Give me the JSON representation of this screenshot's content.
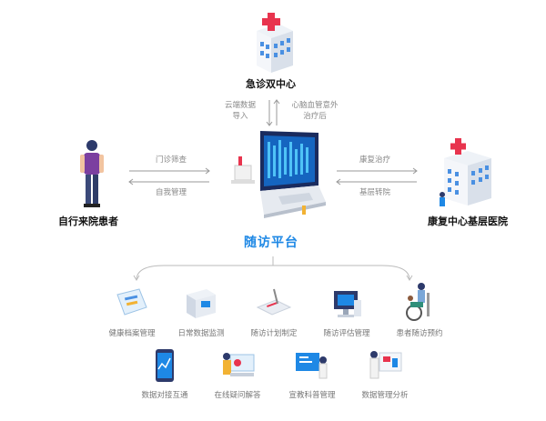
{
  "nodes": {
    "emergency": {
      "label": "急诊双中心"
    },
    "patient": {
      "label": "自行来院患者"
    },
    "rehab": {
      "label": "康复中心基层医院"
    }
  },
  "platform": {
    "title": "随访平台"
  },
  "flows": {
    "top_left": [
      "云端数据",
      "导入"
    ],
    "top_right": [
      "心脑血管意外",
      "治疗后"
    ],
    "left_top": "门诊筛查",
    "left_bottom": "自我管理",
    "right_top": "康复治疗",
    "right_bottom": "基层转院"
  },
  "features_row1": [
    {
      "label": "健康档案管理",
      "icon": "health-record-icon"
    },
    {
      "label": "日常数据监测",
      "icon": "data-monitor-icon"
    },
    {
      "label": "随访计划制定",
      "icon": "plan-checklist-icon"
    },
    {
      "label": "随访评估管理",
      "icon": "assessment-screen-icon"
    },
    {
      "label": "患者随访预约",
      "icon": "wheelchair-appointment-icon"
    }
  ],
  "features_row2": [
    {
      "label": "数据对接互通",
      "icon": "mobile-data-icon"
    },
    {
      "label": "在线疑问解答",
      "icon": "online-qa-icon"
    },
    {
      "label": "宣教科普管理",
      "icon": "education-board-icon"
    },
    {
      "label": "数据管理分析",
      "icon": "data-analysis-icon"
    }
  ],
  "colors": {
    "accent": "#1e88e5",
    "red": "#e8344e",
    "gray_text": "#888888"
  }
}
